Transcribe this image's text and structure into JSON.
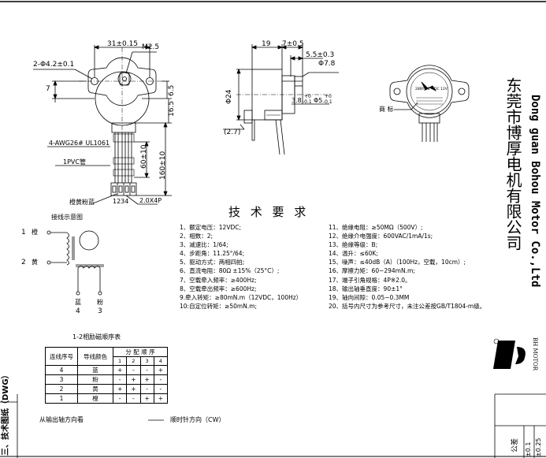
{
  "title": {
    "section": "三、技术图纸（DWG）",
    "company_cn": "东莞市博厚电机有限公司",
    "company_en": "Dong guan Bohou Motor Co.,Ltd",
    "logo_text": "BH MOTOR",
    "tolerance_label": "公差",
    "tolerance_1": "±0.1",
    "tolerance_2": "±0.25"
  },
  "front_view": {
    "dim_width": "31±0.15",
    "dim_thread": "M2.5",
    "dim_holes": "2-Φ4.2±0.1",
    "dim_left": "7",
    "dim_right1": "6.5",
    "dim_right2": "16.5",
    "dim_wire_len": "60±10",
    "dim_total_len": "160±10",
    "label_awg": "4-AWG26# UL1061",
    "label_pvc": "1PVC管",
    "label_colors": "橙黄粉蓝",
    "label_pins": "1234",
    "label_connector": "2.0X4P"
  },
  "side_view": {
    "dim_19": "19",
    "dim_7": "7±0.5",
    "dim_55": "5.5±0.3",
    "dim_phi78": "Φ7.8",
    "dim_phi24": "Φ24",
    "dim_38": "3.8",
    "dim_38_tol_up": "+0",
    "dim_38_tol_dn": "-0.1",
    "dim_phi5": "Φ5",
    "dim_phi5_tol_up": "+0",
    "dim_phi5_tol_dn": "-0.1",
    "dim_27": "(2.7)"
  },
  "label_view": {
    "trademark": "商 标",
    "model": "28BYJ48",
    "voltage": "DC 12V"
  },
  "wiring": {
    "title": "接线示意图",
    "w1_num": "1",
    "w1_color": "橙",
    "w2_num": "2",
    "w2_color": "黄",
    "w3_color": "蓝",
    "w3_num": "4",
    "w4_color": "粉",
    "w4_num": "3",
    "caption": "1-2相励磁顺序表"
  },
  "sequence_table": {
    "h_wire_no": "连线序号",
    "h_color": "导线颜色",
    "h_dist": "分 配 顺 序",
    "steps": [
      "1",
      "2",
      "3",
      "4"
    ],
    "rows": [
      {
        "no": "4",
        "color": "蓝",
        "s": [
          "+",
          "-",
          "-",
          "+"
        ]
      },
      {
        "no": "3",
        "color": "粉",
        "s": [
          "-",
          "+",
          "+",
          "-"
        ]
      },
      {
        "no": "2",
        "color": "黄",
        "s": [
          "+",
          "+",
          "-",
          "-"
        ]
      },
      {
        "no": "1",
        "color": "橙",
        "s": [
          "-",
          "-",
          "+",
          "+"
        ]
      }
    ],
    "footer_left": "从输出轴方向看",
    "footer_right": "顺时针方向（CW）"
  },
  "specs": {
    "title": "技 术 要 求",
    "left": [
      "1、额定电压：12VDC;",
      "2、相数：2;",
      "3、减速比：1/64;",
      "4、步距角：11.25°/64;",
      "5、驱动方式：两相四拍;",
      "6、直流电阻：80Ω ±15%（25°C）;",
      "7、空载牵入频率：≥400Hz;",
      "8、空载牵出频率：≥600Hz;",
      "9.牵入转矩：≥80mN.m（12VDC，100Hz）",
      "10:自定位转矩：≥50mN.m;"
    ],
    "right": [
      "11、绝缘电阻：≥50MΩ（500V）;",
      "12、绝缘介电强度：600VAC/1mA/1s;",
      "13、绝缘等级：B;",
      "14、温升：≤60K;",
      "15、噪声：≤40dB（A）（100Hz，空载，10cm）;",
      "16、摩擦力矩：60~294mN.m;",
      "17、端子引角规格：4P※2.0。",
      "18、输出轴垂直度：90±1°",
      "19、轴向间隙：0.05~0.3MM",
      "20、括号内尺寸为参考尺寸，未注公差按GB/T1804-m级。"
    ]
  }
}
